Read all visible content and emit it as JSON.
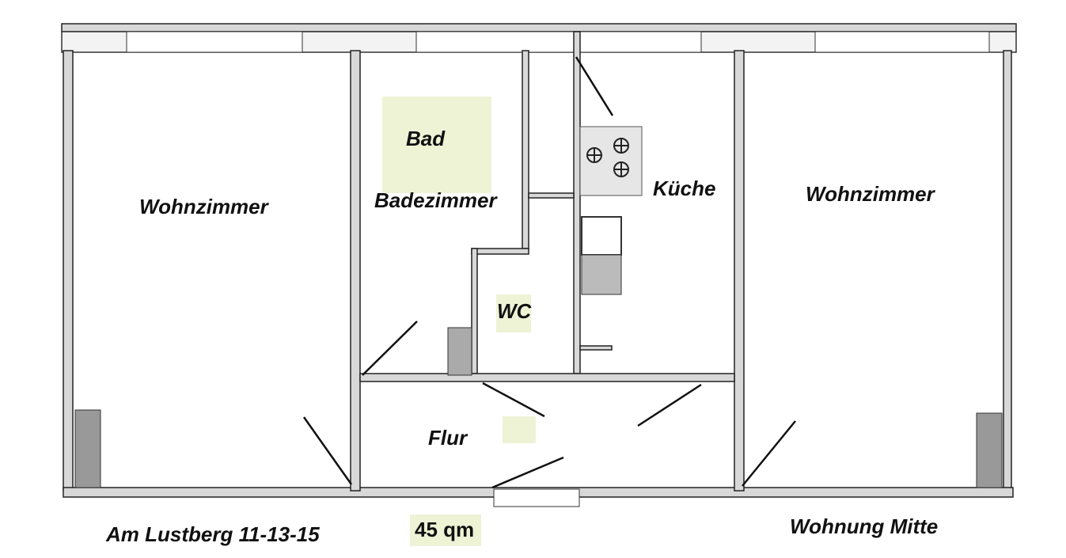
{
  "plan": {
    "rooms": {
      "wohnzimmer_left": "Wohnzimmer",
      "bad": "Bad",
      "badezimmer": "Badezimmer",
      "kueche": "Küche",
      "wohnzimmer_right": "Wohnzimmer",
      "wc": "WC",
      "flur": "Flur"
    },
    "address": "Am Lustberg 11-13-15",
    "area": "45 qm",
    "unit": "Wohnung Mitte",
    "highlight_color": "#eef3d6"
  }
}
